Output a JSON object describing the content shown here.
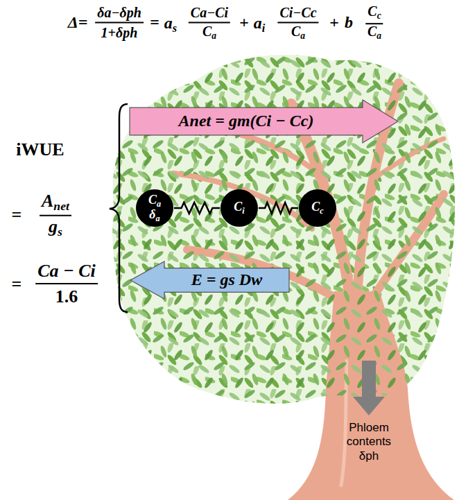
{
  "diagram": {
    "nodes": [
      {
        "text": [
          "Anet = gm(Ci − Cc)"
        ]
      },
      {
        "text": [
          "Ca",
          "δa"
        ]
      },
      {
        "text": [
          "Ci"
        ]
      },
      {
        "text": [
          "Cc"
        ]
      },
      {
        "text": [
          "E = gs Dw"
        ]
      }
    ],
    "edges": [
      {
        "from": 1,
        "to": 2,
        "arrow": "none"
      },
      {
        "from": 2,
        "to": 3,
        "arrow": "none"
      }
    ],
    "labels": [
      "Δ=",
      "δa−δph",
      "1+δph",
      "=",
      "as",
      "Ca−Ci",
      "Ca",
      "+",
      "ai",
      "Ci−Cc",
      "Ca",
      "+",
      "b",
      "Cc",
      "Ca",
      "iWUE",
      "=",
      "Anet",
      "gs",
      "=",
      "Ca − Ci",
      "1.6",
      "Phloem contents δph"
    ]
  }
}
